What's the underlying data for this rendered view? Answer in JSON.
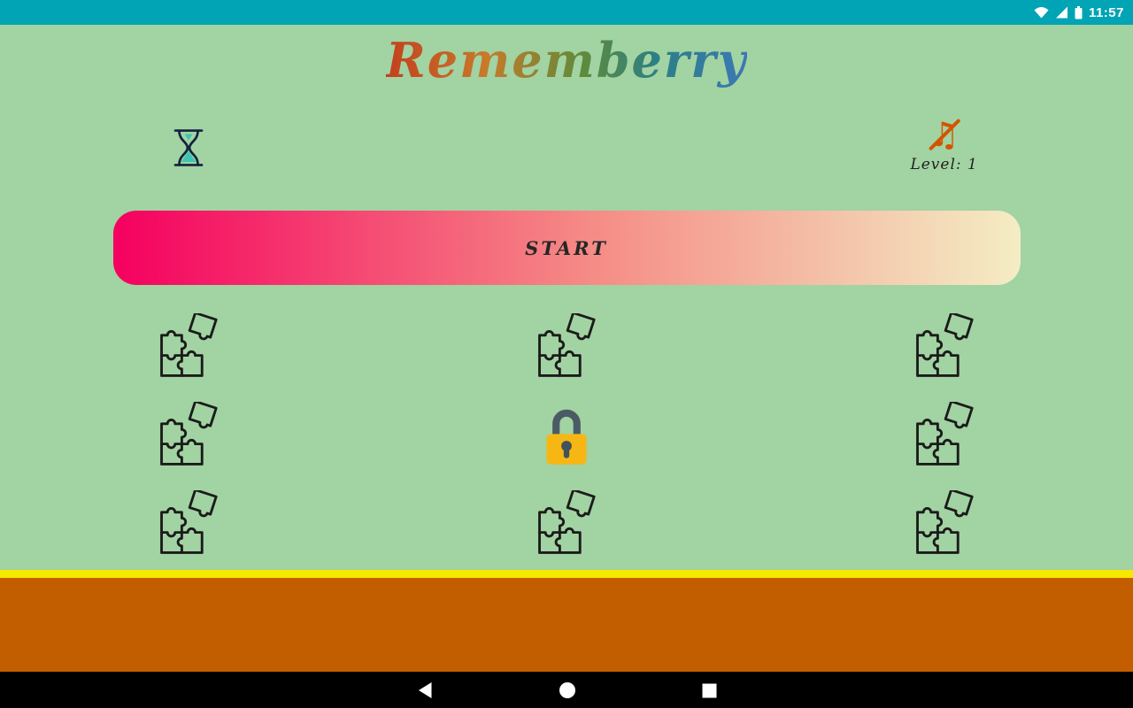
{
  "status_bar": {
    "time": "11:57",
    "icons": [
      "wifi-icon",
      "signal-icon",
      "battery-icon"
    ]
  },
  "header": {
    "title": "Rememberry"
  },
  "hud": {
    "hourglass_icon": "hourglass-icon",
    "music_icon": "music-off-icon",
    "level_label": "Level: 1"
  },
  "start_button": {
    "label": "START"
  },
  "grid": {
    "cells": [
      {
        "type": "puzzle",
        "state": "available"
      },
      {
        "type": "puzzle",
        "state": "available"
      },
      {
        "type": "puzzle",
        "state": "available"
      },
      {
        "type": "puzzle",
        "state": "available"
      },
      {
        "type": "lock",
        "state": "locked"
      },
      {
        "type": "puzzle",
        "state": "available"
      },
      {
        "type": "puzzle",
        "state": "available"
      },
      {
        "type": "puzzle",
        "state": "available"
      },
      {
        "type": "puzzle",
        "state": "available"
      }
    ]
  },
  "nav_bar": {
    "buttons": [
      "back",
      "home",
      "recents"
    ]
  },
  "theme": {
    "status_bar": "#00A4B4",
    "background": "#A2D3A2",
    "title_c1": "#C3401F",
    "title_c2": "#C77A2A",
    "title_c3": "#5E8A3C",
    "title_c4": "#2C7F86",
    "title_c5": "#3C78B5",
    "start_gradient_left": "#F5005F",
    "start_gradient_mid": "#F58A85",
    "start_gradient_right": "#F4EDC4",
    "start_text": "#262626",
    "stripe": "#F6E800",
    "band": "#C25E00",
    "nav_bar": "#000000",
    "puzzle_stroke": "#1B1B1B",
    "lock_body": "#F6B715",
    "lock_shackle": "#4A5B66",
    "lock_keyhole": "#41525C",
    "music": "#D35400",
    "hourglass_line": "#14213D",
    "hourglass_sand": "#3EC6B4"
  }
}
